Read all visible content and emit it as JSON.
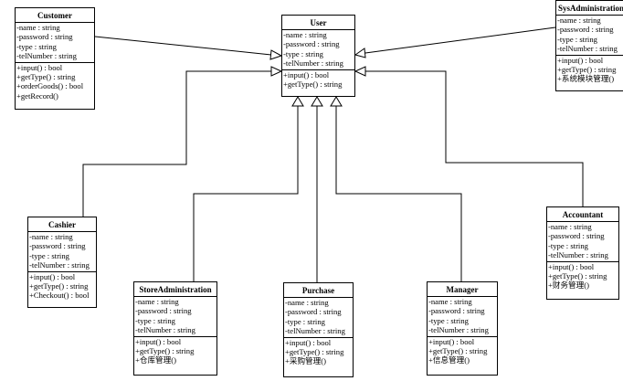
{
  "classes": {
    "customer": {
      "name": "Customer",
      "attributes": [
        "-name : string",
        "-password : string",
        "-type : string",
        "-telNumber : string"
      ],
      "operations": [
        "+input() : bool",
        "+getType() : string",
        "+orderGoods() : bool",
        "+getRecord()"
      ]
    },
    "user": {
      "name": "User",
      "attributes": [
        "-name : string",
        "-password : string",
        "-type : string",
        "-telNumber : string"
      ],
      "operations": [
        "+input() : bool",
        "+getType() : string"
      ]
    },
    "sysadmin": {
      "name": "SysAdministration",
      "attributes": [
        "-name : string",
        "-password : string",
        "-type : string",
        "-telNumber : string"
      ],
      "operations": [
        "+input() : bool",
        "+getType() : string",
        "+系统模块管理()"
      ]
    },
    "cashier": {
      "name": "Cashier",
      "attributes": [
        "-name : string",
        "-password : string",
        "-type : string",
        "-telNumber : string"
      ],
      "operations": [
        "+input() : bool",
        "+getType() : string",
        "+Checkout() : bool"
      ]
    },
    "storeadmin": {
      "name": "StoreAdministration",
      "attributes": [
        "-name : string",
        "-password : string",
        "-type : string",
        "-telNumber : string"
      ],
      "operations": [
        "+input() : bool",
        "+getType() : string",
        "+仓库管理()"
      ]
    },
    "purchase": {
      "name": "Purchase",
      "attributes": [
        "-name : string",
        "-password : string",
        "-type : string",
        "-telNumber : string"
      ],
      "operations": [
        "+input() : bool",
        "+getType() : string",
        "+采购管理()"
      ]
    },
    "manager": {
      "name": "Manager",
      "attributes": [
        "-name : string",
        "-password : string",
        "-type : string",
        "-telNumber : string"
      ],
      "operations": [
        "+input() : bool",
        "+getType() : string",
        "+信息管理()"
      ]
    },
    "accountant": {
      "name": "Accountant",
      "attributes": [
        "-name : string",
        "-password : string",
        "-type : string",
        "-telNumber : string"
      ],
      "operations": [
        "+input() : bool",
        "+getType() : string",
        "+财务管理()"
      ]
    }
  },
  "relations": [
    {
      "type": "generalization",
      "from": "Customer",
      "to": "User"
    },
    {
      "type": "generalization",
      "from": "SysAdministration",
      "to": "User"
    },
    {
      "type": "generalization",
      "from": "Cashier",
      "to": "User"
    },
    {
      "type": "generalization",
      "from": "StoreAdministration",
      "to": "User"
    },
    {
      "type": "generalization",
      "from": "Purchase",
      "to": "User"
    },
    {
      "type": "generalization",
      "from": "Manager",
      "to": "User"
    },
    {
      "type": "generalization",
      "from": "Accountant",
      "to": "User"
    }
  ]
}
